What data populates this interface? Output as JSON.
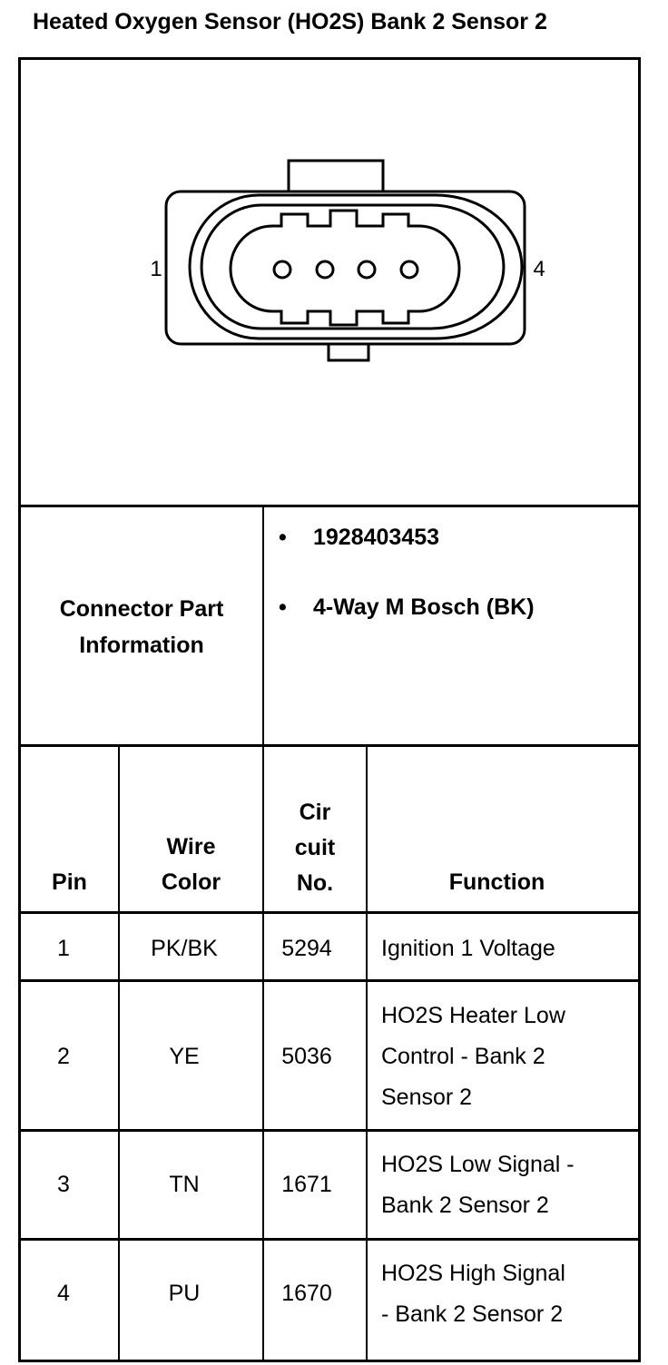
{
  "document": {
    "title": "Heated Oxygen Sensor (HO2S) Bank 2 Sensor 2"
  },
  "connector_diagram": {
    "left_pin_label": "1",
    "right_pin_label": "4"
  },
  "connector_info": {
    "label_line1": "Connector Part",
    "label_line2": "Information",
    "bullets": [
      "1928403453",
      "4-Way M Bosch (BK)"
    ]
  },
  "pin_table": {
    "headers": {
      "pin": "Pin",
      "wire_color_line1": "Wire",
      "wire_color_line2": "Color",
      "circuit_line1": "Cir",
      "circuit_line2": "cuit",
      "circuit_line3": "No.",
      "function": "Function"
    },
    "rows": [
      {
        "pin": "1",
        "wire_color": "PK/BK",
        "circuit": "5294",
        "function_lines": [
          "Ignition 1 Voltage"
        ]
      },
      {
        "pin": "2",
        "wire_color": "YE",
        "circuit": "5036",
        "function_lines": [
          "HO2S Heater Low",
          "Control - Bank 2",
          "Sensor 2"
        ]
      },
      {
        "pin": "3",
        "wire_color": "TN",
        "circuit": "1671",
        "function_lines": [
          "HO2S Low Signal -",
          "Bank 2 Sensor 2"
        ]
      },
      {
        "pin": "4",
        "wire_color": "PU",
        "circuit": "1670",
        "function_lines": [
          "HO2S High Signal",
          "- Bank 2 Sensor 2"
        ]
      }
    ]
  }
}
